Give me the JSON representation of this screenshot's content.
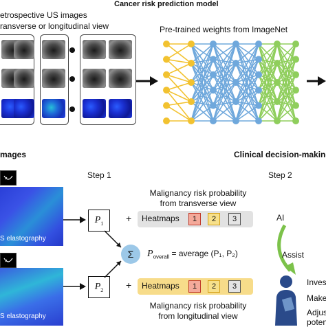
{
  "top": {
    "title": "Cancer risk prediction model",
    "input_line1": "etrospective US images",
    "input_line2": "ransverse or longitudinal view",
    "pretrained_label": "Pre-trained weights from ImageNet"
  },
  "bottom": {
    "left_title": "mages",
    "right_title": "Clinical decision-making",
    "step1": "Step 1",
    "step2": "Step 2",
    "elastography1": "S elastography",
    "elastography2": "S elastography",
    "risk_transverse_line1": "Malignancy risk probability",
    "risk_transverse_line2": "from transverse view",
    "risk_longitudinal_line1": "Malignancy risk probability",
    "risk_longitudinal_line2": "from longitudinal view",
    "heatmaps_label": "Heatmaps",
    "heatmap_numbers": [
      "1",
      "2",
      "3"
    ],
    "p1_symbol": "P",
    "p1_sub": "1",
    "p2_symbol": "P",
    "p2_sub": "2",
    "plus": "+",
    "sigma": "Σ",
    "poverall_symbol": "P",
    "poverall_sub": "overall",
    "poverall_formula": " = average (P₁, P₂)",
    "ai_label": "AI",
    "assist_label": "Assist",
    "action1": "Inves",
    "action2": "Make",
    "action3a": "Adjus",
    "action3b": "poten"
  },
  "colors": {
    "layer_input": "#f2c230",
    "layer_mid": "#6fa8dc",
    "layer_out": "#8fce5c",
    "heatmap_gray_bar": "#e2e2e2",
    "heatmap_yellow_bar": "#f7dc8a",
    "box_red": "#e25b4a",
    "box_yellow": "#e8b820",
    "sigma_fill": "#9cc8e8",
    "assist_arrow": "#7cc24a",
    "person_blue": "#2a4a8a"
  }
}
